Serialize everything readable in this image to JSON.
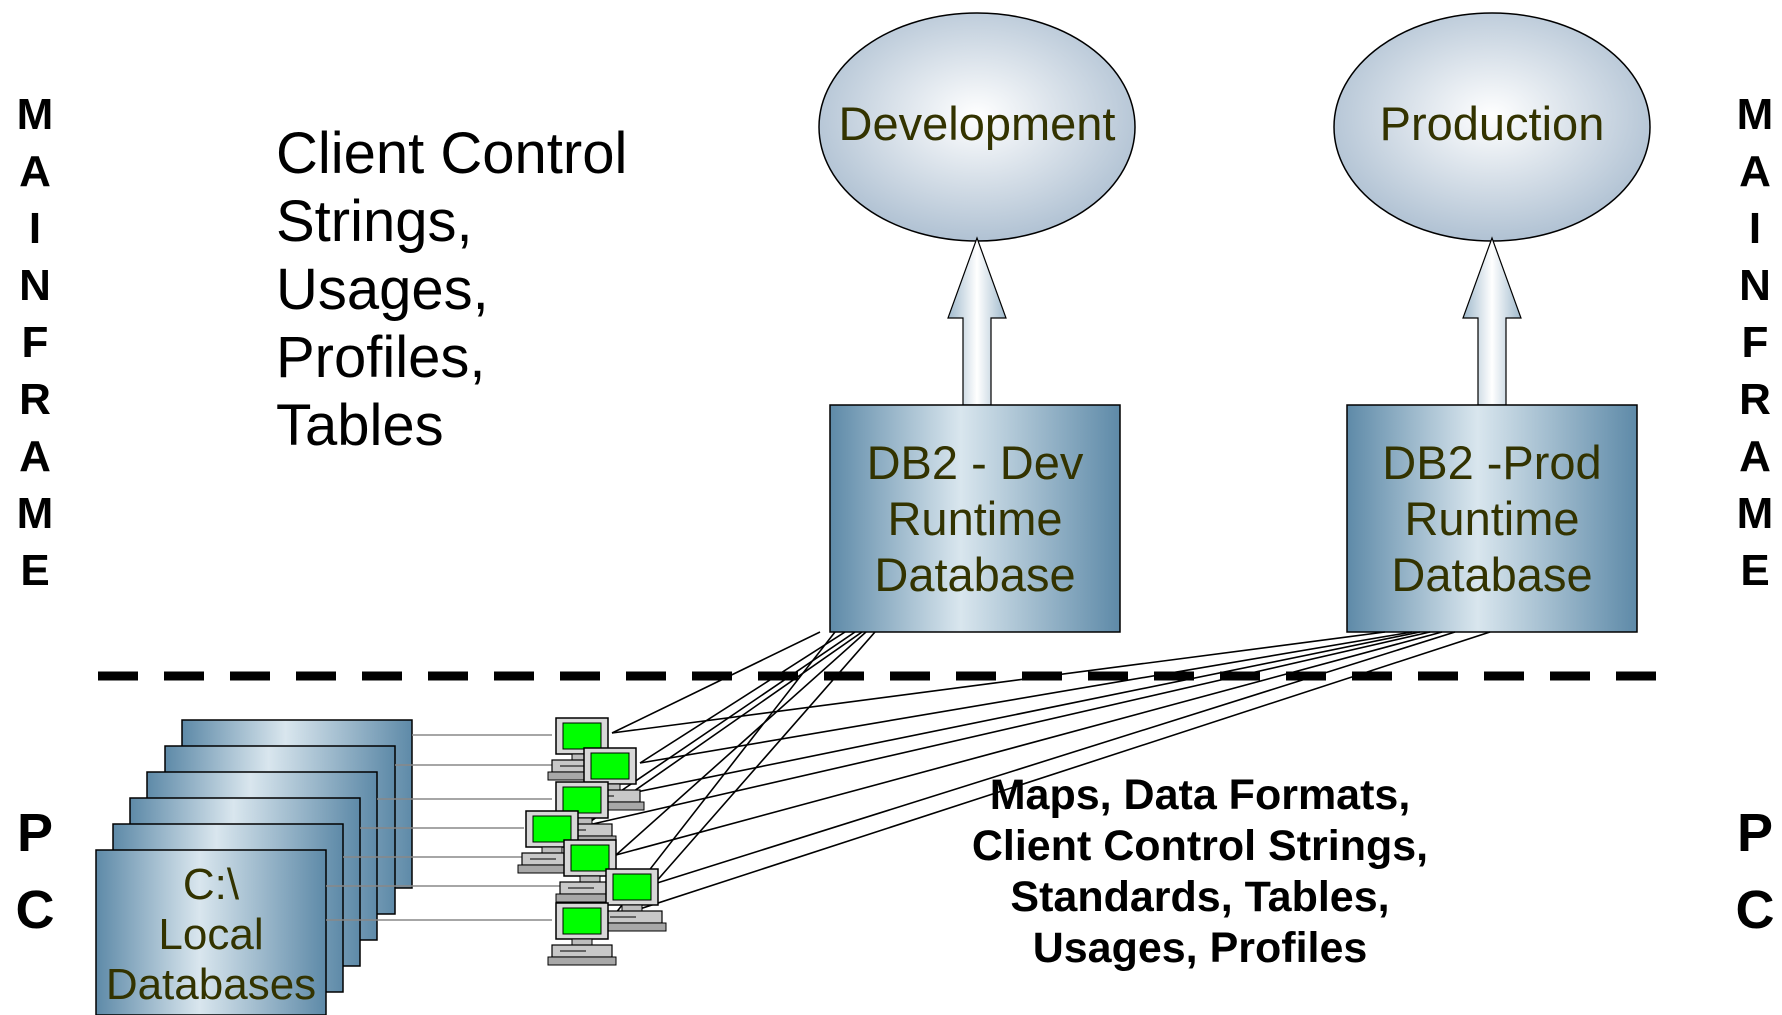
{
  "left_top_label": [
    "M",
    "A",
    "I",
    "N",
    "F",
    "R",
    "A",
    "M",
    "E"
  ],
  "right_top_label": [
    "M",
    "A",
    "I",
    "N",
    "F",
    "R",
    "A",
    "M",
    "E"
  ],
  "left_bottom_label": [
    "P",
    "C"
  ],
  "right_bottom_label": [
    "P",
    "C"
  ],
  "client_control_text": [
    "Client Control",
    "Strings,",
    "Usages,",
    "Profiles,",
    "Tables"
  ],
  "environments": {
    "development": "Development",
    "production": "Production"
  },
  "databases": {
    "dev": [
      "DB2 - Dev",
      "Runtime",
      "Database"
    ],
    "prod": [
      "DB2 -Prod",
      "Runtime",
      "Database"
    ]
  },
  "local_databases": [
    "C:\\",
    "Local",
    "Databases"
  ],
  "pc_transfer_text": [
    "Maps, Data Formats,",
    "Client Control Strings,",
    "Standards, Tables,",
    "Usages, Profiles"
  ],
  "colors": {
    "ellipse_fill": "#c8d4e4",
    "box_fill": "#7ea6c0",
    "screen": "#00ff00",
    "label_text": "#333300"
  }
}
